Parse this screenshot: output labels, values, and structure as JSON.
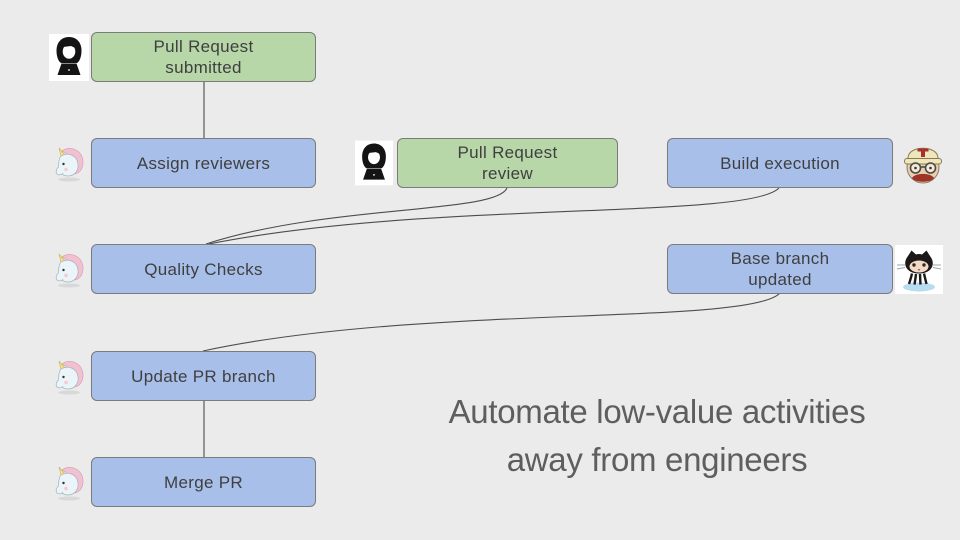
{
  "canvas": {
    "bg": "#ebebeb"
  },
  "colors": {
    "manual_fill": "#b7d7a8",
    "auto_fill": "#a8bfea",
    "border": "#7b7b7b",
    "connector": "#4d4d4d",
    "node_text": "#3f3f3f",
    "caption_text": "#5e5e5e"
  },
  "nodes": [
    {
      "id": "pr-submitted",
      "label": "Pull Request\nsubmitted",
      "kind": "manual",
      "icon": "woman-technologist-icon"
    },
    {
      "id": "assign-reviewers",
      "label": "Assign reviewers",
      "kind": "automated",
      "icon": "unicorn-icon"
    },
    {
      "id": "pr-review",
      "label": "Pull Request\nreview",
      "kind": "manual",
      "icon": "woman-technologist-icon"
    },
    {
      "id": "build-execution",
      "label": "Build execution",
      "kind": "automated",
      "icon": "travis-ci-builder-icon"
    },
    {
      "id": "quality-checks",
      "label": "Quality Checks",
      "kind": "automated",
      "icon": "unicorn-icon"
    },
    {
      "id": "base-branch-updated",
      "label": "Base branch\nupdated",
      "kind": "automated",
      "icon": "github-octocat-icon"
    },
    {
      "id": "update-pr-branch",
      "label": "Update PR branch",
      "kind": "automated",
      "icon": "unicorn-icon"
    },
    {
      "id": "merge-pr",
      "label": "Merge PR",
      "kind": "automated",
      "icon": "unicorn-icon"
    }
  ],
  "caption": {
    "line1": "Automate low-value activities",
    "line2": "away from engineers"
  }
}
